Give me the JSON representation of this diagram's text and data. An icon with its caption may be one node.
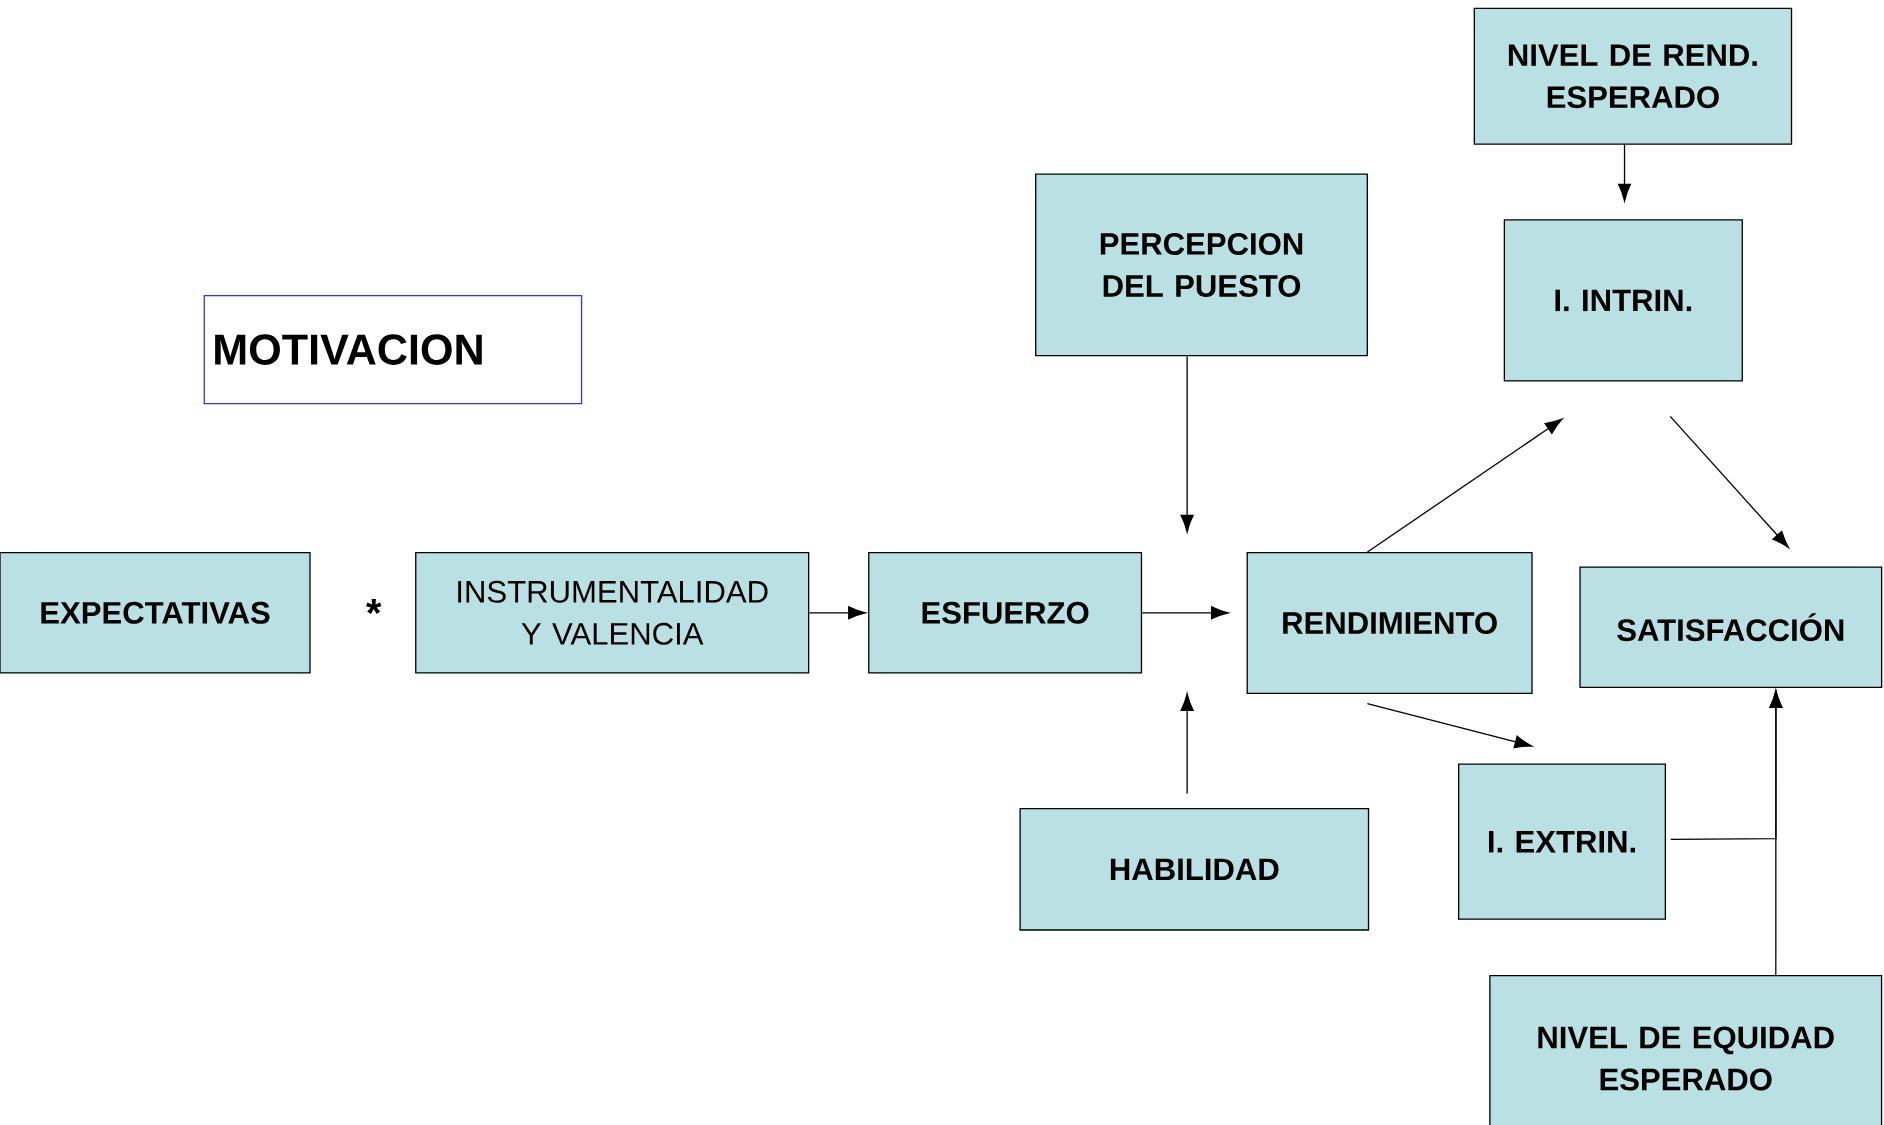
{
  "diagram": {
    "nodes": [
      {
        "text": [
          "MOTIVACION"
        ]
      },
      {
        "text": [
          "EXPECTATIVAS"
        ]
      },
      {
        "text": [
          "INSTRUMENTALIDAD Y VALENCIA"
        ]
      },
      {
        "text": [
          "ESFUERZO"
        ]
      },
      {
        "text": [
          "PERCEPCION DEL PUESTO"
        ]
      },
      {
        "text": [
          "HABILIDAD"
        ]
      },
      {
        "text": [
          "RENDIMIENTO"
        ]
      },
      {
        "text": [
          "NIVEL DE REND. ESPERADO"
        ]
      },
      {
        "text": [
          "I. INTRIN."
        ]
      },
      {
        "text": [
          "I. EXTRIN."
        ]
      },
      {
        "text": [
          "SATISFACCIÓN"
        ]
      },
      {
        "text": [
          "NIVEL DE EQUIDAD ESPERADO"
        ]
      }
    ],
    "edges": [
      {
        "from": 2,
        "to": 3,
        "arrow": "to"
      },
      {
        "from": 3,
        "to": 6,
        "arrow": "to"
      },
      {
        "from": 4,
        "to": null,
        "arrow": "to"
      },
      {
        "from": 5,
        "to": null,
        "arrow": "to"
      },
      {
        "from": 7,
        "to": 8,
        "arrow": "to"
      },
      {
        "from": 6,
        "to": 8,
        "arrow": "to"
      },
      {
        "from": 8,
        "to": 10,
        "arrow": "to"
      },
      {
        "from": 6,
        "to": 9,
        "arrow": "to"
      },
      {
        "from": 9,
        "to": 10,
        "arrow": "to"
      },
      {
        "from": 11,
        "to": 10,
        "arrow": "to"
      }
    ],
    "labels": [
      "*"
    ]
  }
}
